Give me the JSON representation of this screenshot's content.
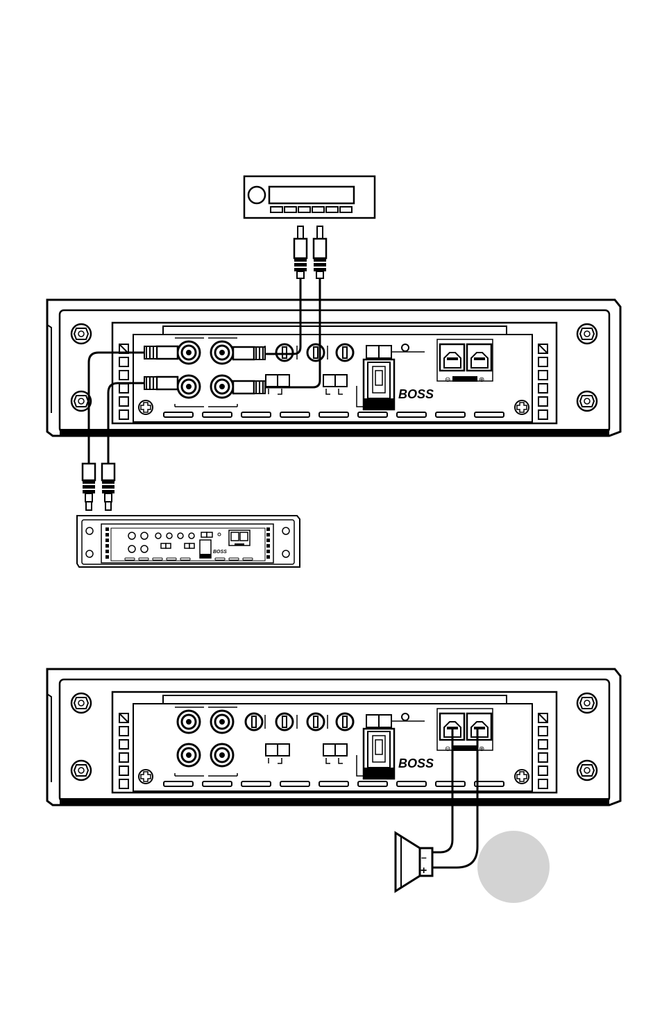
{
  "diagram": {
    "components": {
      "head_unit": {
        "name": "head unit"
      },
      "main_amplifier": {
        "name": "amplifier",
        "brand": "BOSS"
      },
      "slave_amplifier": {
        "name": "second amplifier",
        "brand": "BOSS"
      },
      "bottom_amplifier": {
        "name": "amplifier",
        "brand": "BOSS"
      },
      "speaker": {
        "name": "speaker",
        "terminal_negative": "–",
        "terminal_positive": "+"
      }
    },
    "terminal_marks": {
      "negative": "⊖",
      "positive": "⊕"
    },
    "colors": {
      "line": "#000000",
      "background": "#ffffff",
      "badge": "#d3d3d3"
    },
    "icons": [
      "rca-plug-icon",
      "screw-icon",
      "power-terminal-icon",
      "speaker-icon"
    ]
  }
}
